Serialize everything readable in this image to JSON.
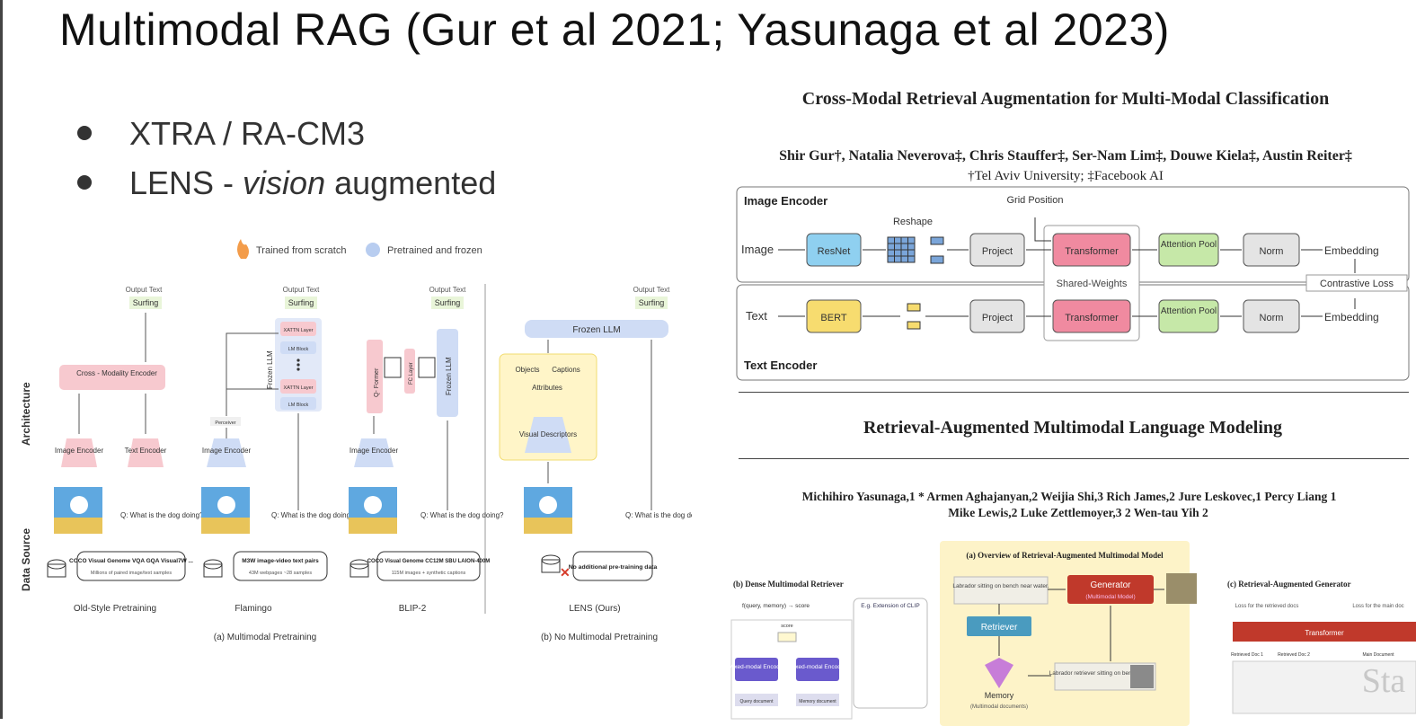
{
  "slide": {
    "title": "Multimodal RAG (Gur et al 2021; Yasunaga et al 2023)",
    "bullets": [
      {
        "pre": "XTRA / RA-CM3",
        "em": "",
        "post": ""
      },
      {
        "pre": "LENS - ",
        "em": "vision",
        "post": " augmented"
      }
    ]
  },
  "lens_figure": {
    "legend": {
      "scratch": "Trained from scratch",
      "frozen": "Pretrained and frozen"
    },
    "row_labels": {
      "architecture": "Architecture",
      "data_source": "Data Source"
    },
    "output_text_label": "Output Text",
    "output_word": "Surfing",
    "question": "Q: What is the dog doing?",
    "image_encoder": "Image Encoder",
    "text_encoder": "Text Encoder",
    "cross_modality_encoder": "Cross - Modality Encoder",
    "frozen_llm_vertical": "Frozen LLM",
    "xattn_layer": "XATTN Layer",
    "lm_block": "LM Block",
    "perceiver": "Perceiver",
    "qformer": "Q- Former",
    "fc_layer": "FC Layer",
    "frozen_llm": "Frozen LLM",
    "objects": "Objects",
    "captions": "Captions",
    "attributes": "Attributes",
    "visual_descriptors": "Visual Descriptors",
    "columns": [
      {
        "name": "Old-Style Pretraining",
        "data_title": "COCO  Visual Genome  VQA  GQA  Visual7W ...",
        "data_sub": "Millions of paired image/text samples"
      },
      {
        "name": "Flamingo",
        "data_title": "M3W   image-video text pairs",
        "data_sub": "43M webpages  ~28 samples"
      },
      {
        "name": "BLIP-2",
        "data_title": "COCO  Visual Genome  CC12M  SBU  LAION-400M",
        "data_sub": "115M images + synthetic captions"
      },
      {
        "name": "LENS (Ours)",
        "data_title": "No additional pre-training data",
        "data_sub": ""
      }
    ],
    "captions_bottom": {
      "a": "(a) Multimodal Pretraining",
      "b": "(b) No Multimodal Pretraining"
    }
  },
  "xtra_paper": {
    "title": "Cross-Modal Retrieval Augmentation for Multi-Modal Classification",
    "authors": "Shir Gur†, Natalia Neverova‡, Chris Stauffer‡, Ser-Nam Lim‡, Douwe Kiela‡, Austin Reiter‡",
    "affiliations": "†Tel Aviv University; ‡Facebook AI",
    "diagram": {
      "image_encoder": "Image Encoder",
      "text_encoder": "Text Encoder",
      "image_in": "Image",
      "text_in": "Text",
      "resnet": "ResNet",
      "bert": "BERT",
      "reshape": "Reshape",
      "grid_position": "Grid Position",
      "project": "Project",
      "transformer": "Transformer",
      "shared_weights": "Shared-Weights",
      "attention_pool": "Attention Pool",
      "norm": "Norm",
      "embedding": "Embedding",
      "contrastive_loss": "Contrastive Loss"
    }
  },
  "racm3_paper": {
    "title": "Retrieval-Augmented Multimodal Language Modeling",
    "authors_line1": "Michihiro Yasunaga,1 *  Armen Aghajanyan,2  Weijia Shi,3  Rich James,2  Jure Leskovec,1  Percy Liang 1",
    "authors_line2": "Mike Lewis,2  Luke Zettlemoyer,3 2  Wen-tau Yih 2",
    "fig": {
      "overview_title": "(a) Overview of Retrieval-Augmented Multimodal Model",
      "dense_title": "(b) Dense Multimodal Retriever",
      "generator_title": "(c) Retrieval-Augmented Generator",
      "score_formula": "f(query, memory) → score",
      "score": "score",
      "mixed_modal_encoder": "Mixed-modal Encoder",
      "query_doc": "Query document",
      "memory_doc": "Memory document",
      "clip_ext": "E.g. Extension of CLIP",
      "query_text": "Labrador sitting on bench near water.",
      "generator": "Generator",
      "multimodal_model": "(Multimodal Model)",
      "retriever": "Retriever",
      "memory": "Memory",
      "memory_sub": "(Multimodal documents)",
      "retrieved_text": "Labrador retriever sitting on bench.",
      "loss_retrieved": "Loss for the retrieved docs",
      "loss_main": "Loss for the main doc",
      "transformer": "Transformer",
      "retrieved_doc1": "Retrieved Doc 1",
      "retrieved_doc2": "Retrieved Doc 2",
      "main_doc": "Main Document",
      "watermark": "Sta"
    }
  },
  "colors": {
    "resnet": "#8fd0f0",
    "bert": "#f7dc6f",
    "transformer": "#f08aa0",
    "attention_pool": "#c6e8a8",
    "gray_box": "#e4e4e4",
    "overview_bg": "#fdf3c8",
    "retriever": "#4a9bbf",
    "generator": "#c0392b",
    "pink": "#f7c9cf",
    "blue": "#cfdcf5",
    "yellow": "#fff5c8",
    "purple": "#6a5acd"
  }
}
